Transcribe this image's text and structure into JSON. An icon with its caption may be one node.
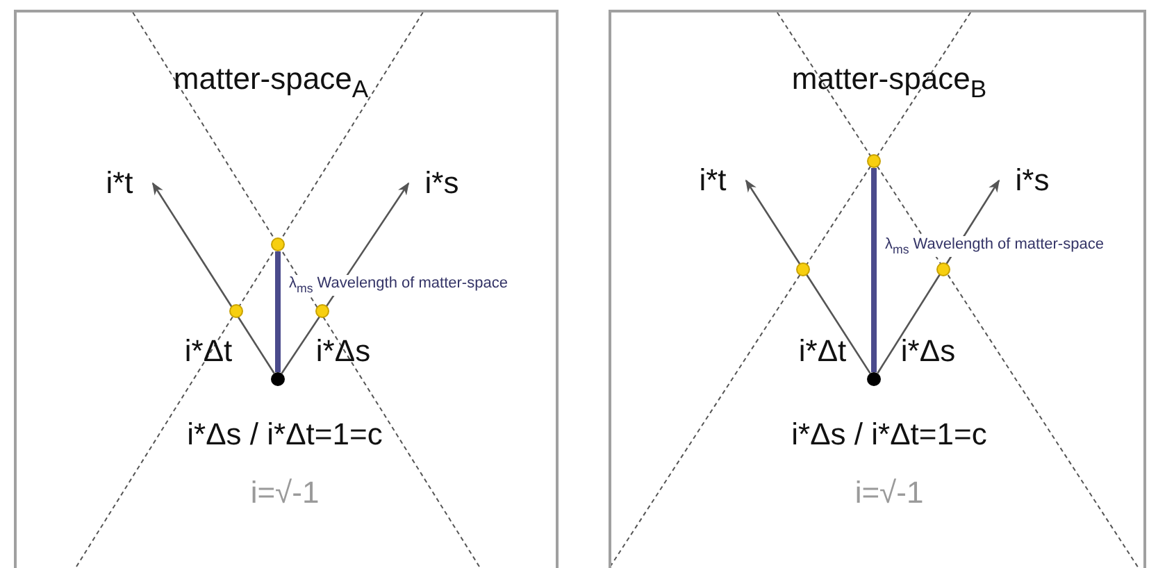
{
  "diagram": {
    "nodes": [
      {
        "text": [
          "matter-space$_{A}$"
        ]
      },
      {
        "text": [
          "i*t"
        ],
        "in": 0
      },
      {
        "text": [
          "i*s"
        ],
        "in": 0
      },
      {
        "text": [],
        "shape": "circle",
        "in": 0
      },
      {
        "text": [],
        "shape": "circle",
        "in": 0
      },
      {
        "text": [],
        "shape": "circle",
        "in": 0
      },
      {
        "text": [],
        "shape": "circle",
        "in": 0
      },
      {
        "text": [
          "matter-space$_{B}$"
        ]
      },
      {
        "text": [
          "i*t"
        ],
        "in": 7
      },
      {
        "text": [
          "i*s"
        ],
        "in": 7
      },
      {
        "text": [],
        "shape": "circle",
        "in": 7
      },
      {
        "text": [],
        "shape": "circle",
        "in": 7
      },
      {
        "text": [],
        "shape": "circle",
        "in": 7
      },
      {
        "text": [],
        "shape": "circle",
        "in": 7
      }
    ],
    "edges": [
      {
        "from": 3,
        "to": 1,
        "arrow": "to"
      },
      {
        "from": 3,
        "to": 2,
        "arrow": "to"
      },
      {
        "from": 3,
        "to": 4,
        "arrow": "none",
        "style": "thick",
        "color": "#4b4b8c",
        "label": "λ$_{ms}$ Wavelength of matter-space"
      },
      {
        "from": 10,
        "to": 8,
        "arrow": "to"
      },
      {
        "from": 10,
        "to": 9,
        "arrow": "to"
      },
      {
        "from": 10,
        "to": 11,
        "arrow": "none",
        "style": "thick",
        "color": "#4b4b8c",
        "label": "λ$_{ms}$ Wavelength of matter-space"
      }
    ],
    "labels": [
      "i*Δt",
      "i*Δs",
      "i*Δs / i*Δt=1=c",
      "i=√-1",
      "i*Δt",
      "i*Δs",
      "i*Δs / i*Δt=1=c",
      "i=√-1"
    ]
  }
}
